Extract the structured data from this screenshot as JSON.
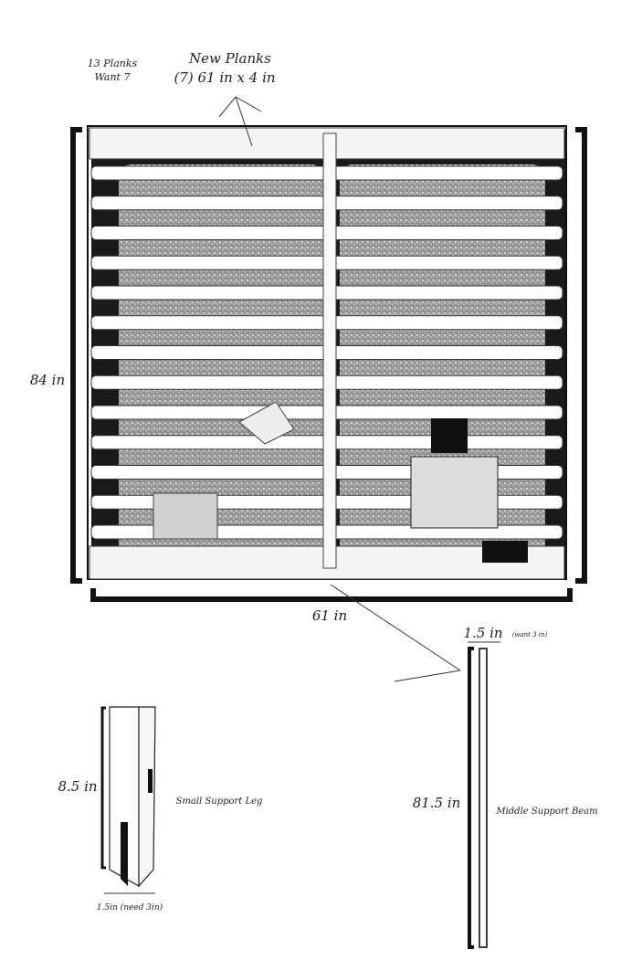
{
  "annotations": {
    "plank_count": "13 Planks",
    "plank_want": "Want 7",
    "new_planks_title": "New Planks",
    "new_planks_spec": "(7) 61 in x 4 in",
    "height": "84 in",
    "width": "61 in",
    "beam_width": "1.5 in",
    "beam_width_note": "(want 3 in)",
    "leg_height": "8.5 in",
    "leg_label": "Small Support Leg",
    "leg_width_note": "1.5in (need 3in)",
    "beam_height": "81.5 in",
    "beam_label": "Middle Support Beam"
  },
  "frame": {
    "plank_count": 13
  },
  "colors": {
    "ink": "#111111",
    "paper": "#ffffff",
    "shadow": "#1a1a1a",
    "mattress": "#8a8a8a"
  }
}
